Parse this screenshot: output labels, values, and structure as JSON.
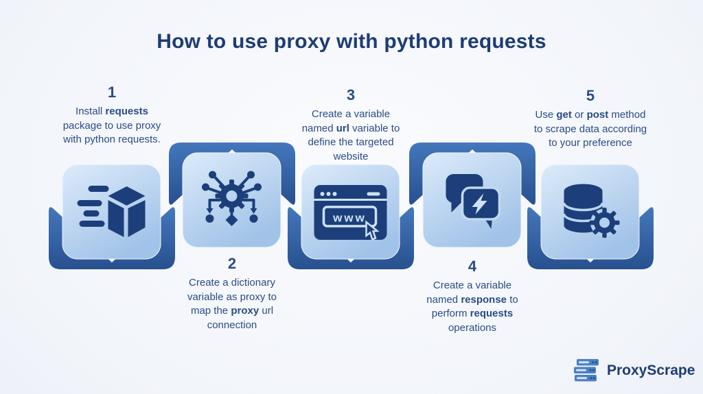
{
  "title": "How to use proxy with python requests",
  "steps": [
    {
      "number": "1",
      "text_position": "above",
      "icon": "fast-package-icon",
      "parts": [
        {
          "text": "Install "
        },
        {
          "text": "requests",
          "bold": true
        },
        {
          "text": " package to use proxy with python requests."
        }
      ]
    },
    {
      "number": "2",
      "text_position": "below",
      "icon": "network-gear-icon",
      "parts": [
        {
          "text": "Create a dictionary variable as proxy to map the "
        },
        {
          "text": "proxy",
          "bold": true
        },
        {
          "text": " url connection"
        }
      ]
    },
    {
      "number": "3",
      "text_position": "above",
      "icon": "browser-www-icon",
      "icon_text": "www",
      "parts": [
        {
          "text": "Create a variable named "
        },
        {
          "text": "url",
          "bold": true
        },
        {
          "text": " variable to define the targeted website"
        }
      ]
    },
    {
      "number": "4",
      "text_position": "below",
      "icon": "chat-bolt-icon",
      "parts": [
        {
          "text": "Create a variable named "
        },
        {
          "text": "response",
          "bold": true
        },
        {
          "text": " to perform "
        },
        {
          "text": "requests",
          "bold": true
        },
        {
          "text": " operations"
        }
      ]
    },
    {
      "number": "5",
      "text_position": "above",
      "icon": "database-gear-icon",
      "parts": [
        {
          "text": "Use "
        },
        {
          "text": "get",
          "bold": true
        },
        {
          "text": " or "
        },
        {
          "text": "post",
          "bold": true
        },
        {
          "text": " method to scrape data according to your preference"
        }
      ]
    }
  ],
  "logo": {
    "text": "ProxyScrape",
    "icon": "server-stack-icon"
  },
  "colors": {
    "title_navy": "#1e3c74",
    "step_text_navy": "#2b4b86",
    "icon_navy": "#1c3f7b",
    "badge_blue_top": "#4477bc",
    "badge_blue_bottom": "#27508f",
    "tile_gradient_light": "#dcebfa",
    "tile_gradient_dark": "#a2c3e8",
    "logo_blue": "#4a80c4"
  }
}
